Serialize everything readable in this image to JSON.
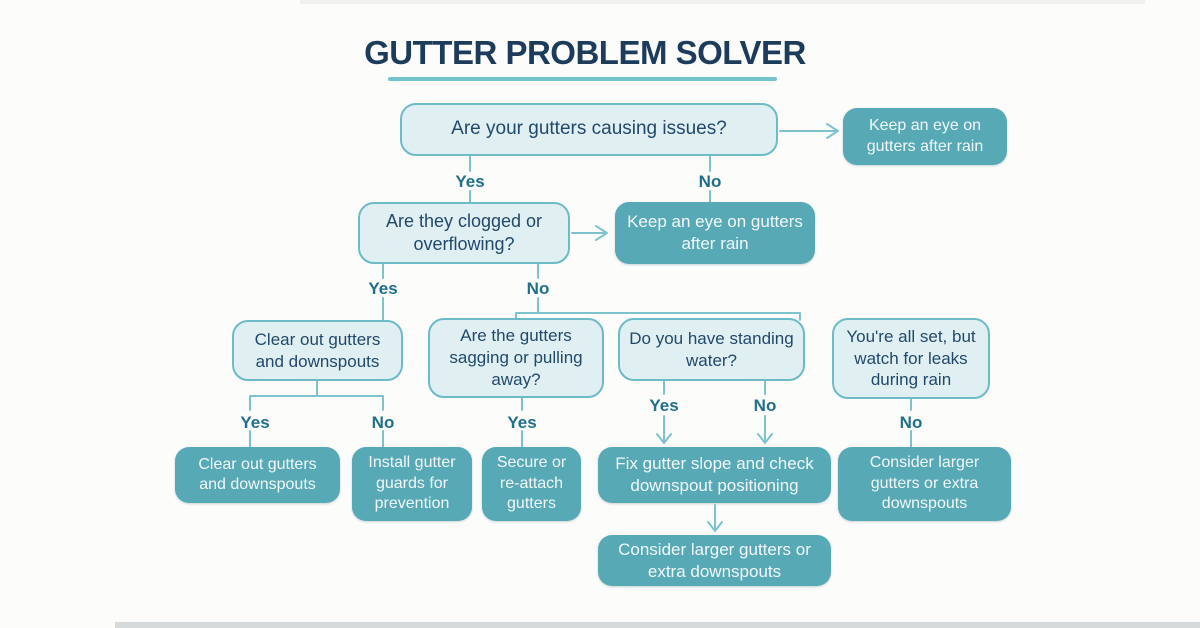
{
  "title": "GUTTER PROBLEM SOLVER",
  "decision_labels": {
    "yes": "Yes",
    "no": "No"
  },
  "colors": {
    "accent_teal": "#57a9b5",
    "light_node_fill": "#e0f0f2",
    "node_border": "#6cbbc7",
    "connector_line": "#7cc3cd",
    "title_navy": "#1d3b5a",
    "question_text": "#22486a",
    "decision_label_teal": "#1f6f8b"
  },
  "nodes": {
    "root_question": {
      "text": "Are your gutters causing issues?",
      "type": "question"
    },
    "keep_eye_top": {
      "text": "Keep an eye on gutters after rain",
      "type": "action"
    },
    "clogged_question": {
      "text": "Are they clogged or overflowing?",
      "type": "question"
    },
    "keep_eye_mid": {
      "text": "Keep an eye on gutters after rain",
      "type": "action"
    },
    "clear_out_step": {
      "text": "Clear out gutters and downspouts",
      "type": "question"
    },
    "sagging_question": {
      "text": "Are the gutters sagging or pulling away?",
      "type": "question"
    },
    "standing_water_question": {
      "text": "Do you have standing water?",
      "type": "question"
    },
    "all_set_note": {
      "text": "You're all set, but watch for leaks during rain",
      "type": "question"
    },
    "clear_out_action": {
      "text": "Clear out gutters and downspouts",
      "type": "action"
    },
    "gutter_guards_action": {
      "text": "Install gutter guards for prevention",
      "type": "action"
    },
    "secure_reattach_action": {
      "text": "Secure or re-attach gutters",
      "type": "action"
    },
    "fix_slope_action": {
      "text": "Fix gutter slope and check downspout positioning",
      "type": "action"
    },
    "consider_larger_right": {
      "text": "Consider larger gutters or extra downspouts",
      "type": "action"
    },
    "consider_larger_bottom": {
      "text": "Consider larger gutters or extra downspouts",
      "type": "action"
    }
  }
}
